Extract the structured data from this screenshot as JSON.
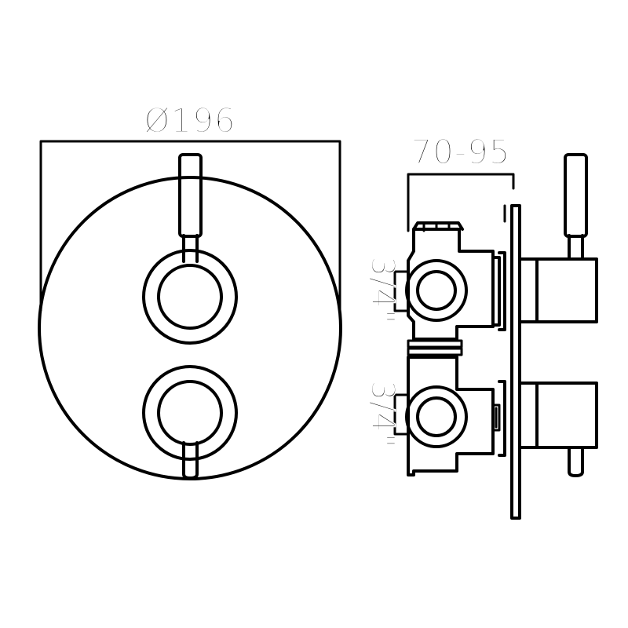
{
  "dimensions": {
    "plate_diameter": "Ø196",
    "depth_range": "70-95",
    "upper_inlet_thread": "3/4\"",
    "lower_inlet_thread": "3/4\""
  },
  "colors": {
    "line": "#000000",
    "background": "#ffffff"
  }
}
